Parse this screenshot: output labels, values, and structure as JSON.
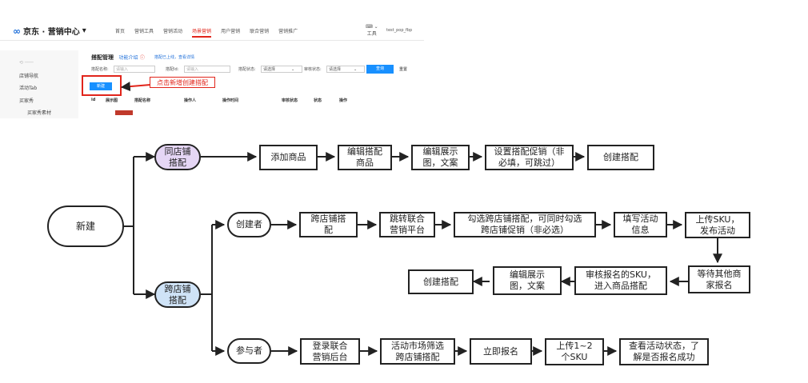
{
  "screenshot": {
    "brand": "京东 · 营销中心",
    "nav": [
      "首页",
      "营销工具",
      "营销活动",
      "场景营销",
      "用户营销",
      "联合营销",
      "营销推广"
    ],
    "nav_active": "场景营销",
    "tools_label": "工具",
    "username": "test_pop_fbp",
    "sidebar": [
      "店铺导航",
      "活动Tab",
      "买家秀",
      "买家秀素材"
    ],
    "page_title": "搭配管理",
    "help_link": "功能介绍",
    "notice": "搭配已上线，查看详情",
    "filters": {
      "name_label": "搭配名称:",
      "name_placeholder": "请输入",
      "id_label": "搭配Id:",
      "id_placeholder": "请输入",
      "status_label": "搭配状态:",
      "status_value": "请选择",
      "audit_label": "审核状态:",
      "audit_value": "请选择"
    },
    "search_btn": "查询",
    "reset_btn": "重置",
    "new_btn": "新建",
    "callout": "点击新增创建搭配",
    "table_headers": [
      "id",
      "展示图",
      "搭配名称",
      "操作人",
      "操作时间",
      "审核状态",
      "状态",
      "操作"
    ]
  },
  "flow": {
    "start": "新建",
    "same_store": "同店铺\n搭配",
    "same_steps": [
      "添加商品",
      "编辑搭配\n商品",
      "编辑展示\n图，文案",
      "设置搭配促销（非\n必填，可跳过）",
      "创建搭配"
    ],
    "cross_store": "跨店铺\n搭配",
    "creator": "创建者",
    "creator_row1": [
      "跨店铺搭\n配",
      "跳转联合\n营销平台",
      "勾选跨店铺搭配，可同时勾选\n跨店铺促销（非必选）",
      "填写活动\n信息",
      "上传SKU，\n发布活动"
    ],
    "creator_row2": [
      "等待其他商\n家报名",
      "审核报名的SKU，\n进入商品搭配",
      "编辑展示\n图，文案",
      "创建搭配"
    ],
    "participant": "参与者",
    "participant_steps": [
      "登录联合\n营销后台",
      "活动市场筛选\n跨店铺搭配",
      "立即报名",
      "上传1~2\n个SKU",
      "查看活动状态，了\n解是否报名成功"
    ]
  }
}
